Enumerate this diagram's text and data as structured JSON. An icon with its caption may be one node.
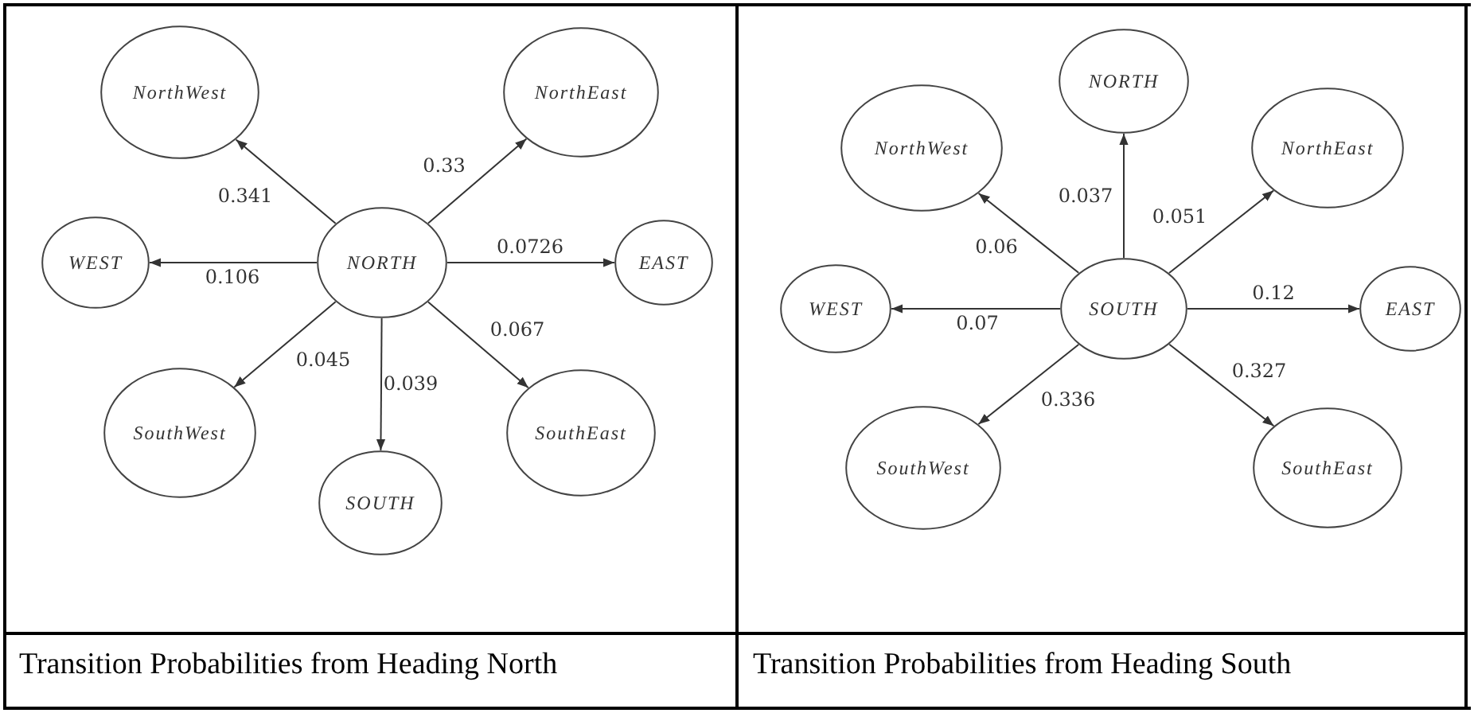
{
  "diagram": {
    "nodes": [
      {
        "text": [
          "NorthWest"
        ]
      },
      {
        "text": [
          "NorthEast"
        ]
      },
      {
        "text": [
          "WEST"
        ]
      },
      {
        "text": [
          "NORTH"
        ]
      },
      {
        "text": [
          "EAST"
        ]
      },
      {
        "text": [
          "SouthWest"
        ]
      },
      {
        "text": [
          "SOUTH"
        ]
      },
      {
        "text": [
          "SouthEast"
        ]
      },
      {
        "text": [
          "NORTH"
        ]
      },
      {
        "text": [
          "NorthWest"
        ]
      },
      {
        "text": [
          "NorthEast"
        ]
      },
      {
        "text": [
          "WEST"
        ]
      },
      {
        "text": [
          "SOUTH"
        ]
      },
      {
        "text": [
          "EAST"
        ]
      },
      {
        "text": [
          "SouthWest"
        ]
      },
      {
        "text": [
          "SouthEast"
        ]
      }
    ],
    "edges": [
      {
        "from": 3,
        "to": 0,
        "arrow": "to",
        "label": "0.341"
      },
      {
        "from": 3,
        "to": 1,
        "arrow": "to",
        "label": "0.33"
      },
      {
        "from": 3,
        "to": 4,
        "arrow": "to",
        "label": "0.0726"
      },
      {
        "from": 3,
        "to": 2,
        "arrow": "to",
        "label": "0.106"
      },
      {
        "from": 3,
        "to": 5,
        "arrow": "to",
        "label": "0.045"
      },
      {
        "from": 3,
        "to": 6,
        "arrow": "to",
        "label": "0.039"
      },
      {
        "from": 3,
        "to": 7,
        "arrow": "to",
        "label": "0.067"
      },
      {
        "from": 12,
        "to": 8,
        "arrow": "to",
        "label": "0.037"
      },
      {
        "from": 12,
        "to": 9,
        "arrow": "to",
        "label": "0.06"
      },
      {
        "from": 12,
        "to": 10,
        "arrow": "to",
        "label": "0.051"
      },
      {
        "from": 12,
        "to": 13,
        "arrow": "to",
        "label": "0.12"
      },
      {
        "from": 12,
        "to": 11,
        "arrow": "to",
        "label": "0.07"
      },
      {
        "from": 12,
        "to": 14,
        "arrow": "to",
        "label": "0.336"
      },
      {
        "from": 12,
        "to": 15,
        "arrow": "to",
        "label": "0.327"
      }
    ],
    "labels": [
      "Transition Probabilities from Heading North",
      "Transition Probabilities from Heading South"
    ]
  }
}
